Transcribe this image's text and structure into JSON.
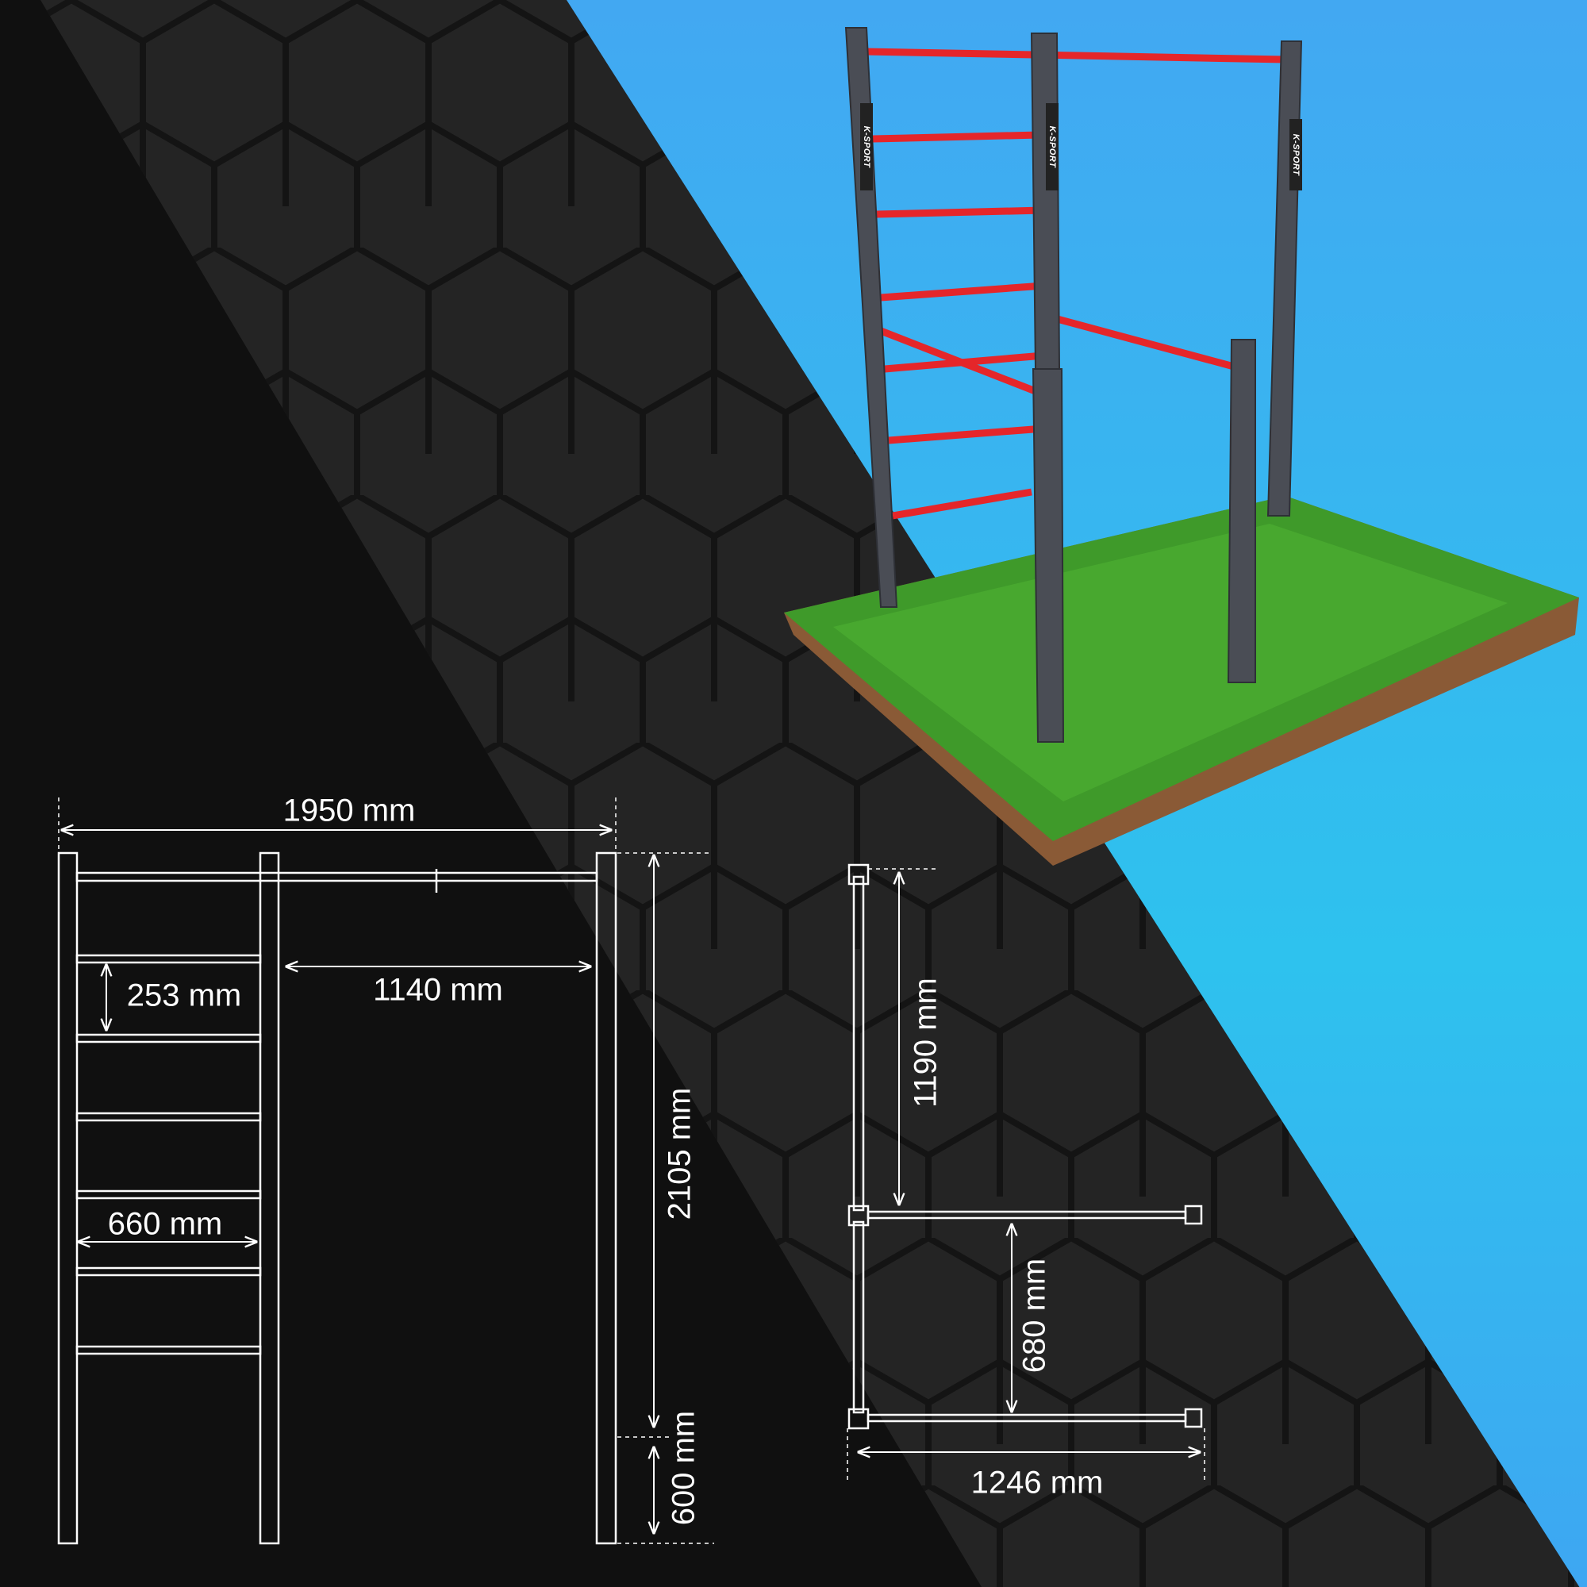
{
  "brand": "K-SPORT",
  "colors": {
    "black": "#101010",
    "dark": "#222222",
    "sky": "#3fa9f0",
    "bar": "#e5262a",
    "post": "#4a4d55",
    "grass": "#3f9a2a",
    "soil": "#8a5a36",
    "line": "#ffffff"
  },
  "front_view": {
    "width": "1950 mm",
    "bar_span": "1140 mm",
    "rung_spacing": "253 mm",
    "rung_width": "660 mm",
    "height_above_ground": "2105 mm",
    "depth_in_ground": "600 mm"
  },
  "top_view": {
    "ladder_to_dip": "1190 mm",
    "dip_spacing": "680 mm",
    "dip_length": "1246 mm"
  }
}
